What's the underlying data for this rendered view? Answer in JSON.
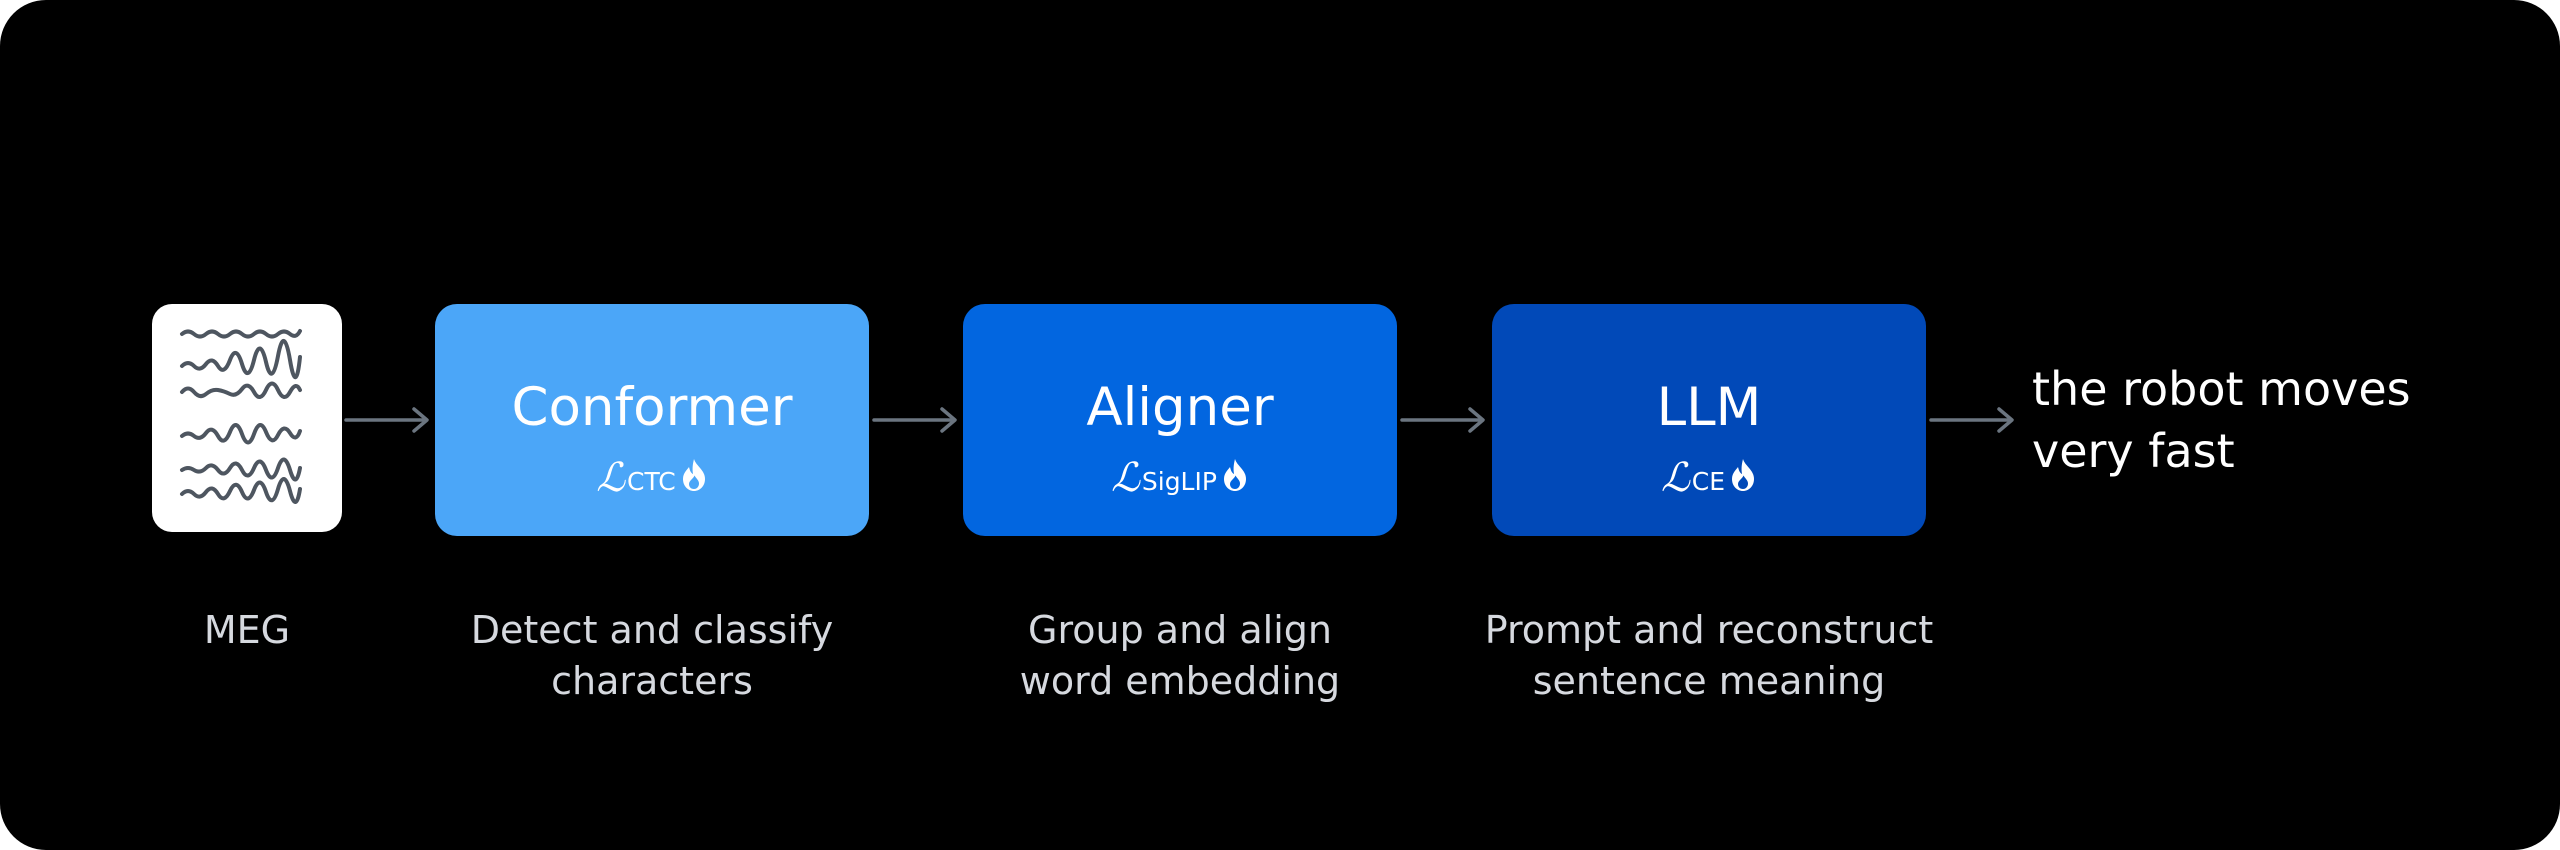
{
  "input": {
    "caption": "MEG"
  },
  "stages": [
    {
      "name": "Conformer",
      "loss_symbol": "ℒ",
      "loss_sub": "CTC",
      "caption_line1": "Detect and classify",
      "caption_line2": "characters",
      "color": "#4BA6F8"
    },
    {
      "name": "Aligner",
      "loss_symbol": "ℒ",
      "loss_sub": "SigLIP",
      "caption_line1": "Group and align",
      "caption_line2": "word embedding",
      "color": "#0266E0"
    },
    {
      "name": "LLM",
      "loss_symbol": "ℒ",
      "loss_sub": "CE",
      "caption_line1": "Prompt and reconstruct",
      "caption_line2": "sentence meaning",
      "color": "#0149B8"
    }
  ],
  "output": {
    "line1": "the robot moves",
    "line2": "very fast"
  },
  "colors": {
    "background": "#000000",
    "arrow": "#6B7580",
    "caption": "#D6D9DF",
    "signal": "#4E5660"
  }
}
